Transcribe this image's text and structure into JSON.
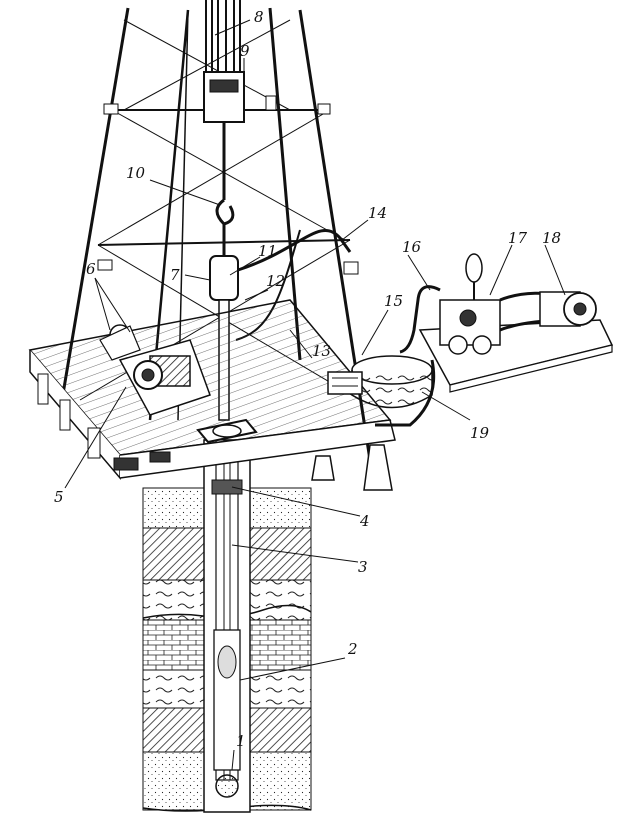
{
  "labels": {
    "1": "1",
    "2": "2",
    "3": "3",
    "4": "4",
    "5": "5",
    "6": "6",
    "7": "7",
    "8": "8",
    "9": "9",
    "10": "10",
    "11": "11",
    "12": "12",
    "13": "13",
    "14": "14",
    "15": "15",
    "16": "16",
    "17": "17",
    "18": "18",
    "19": "19"
  }
}
